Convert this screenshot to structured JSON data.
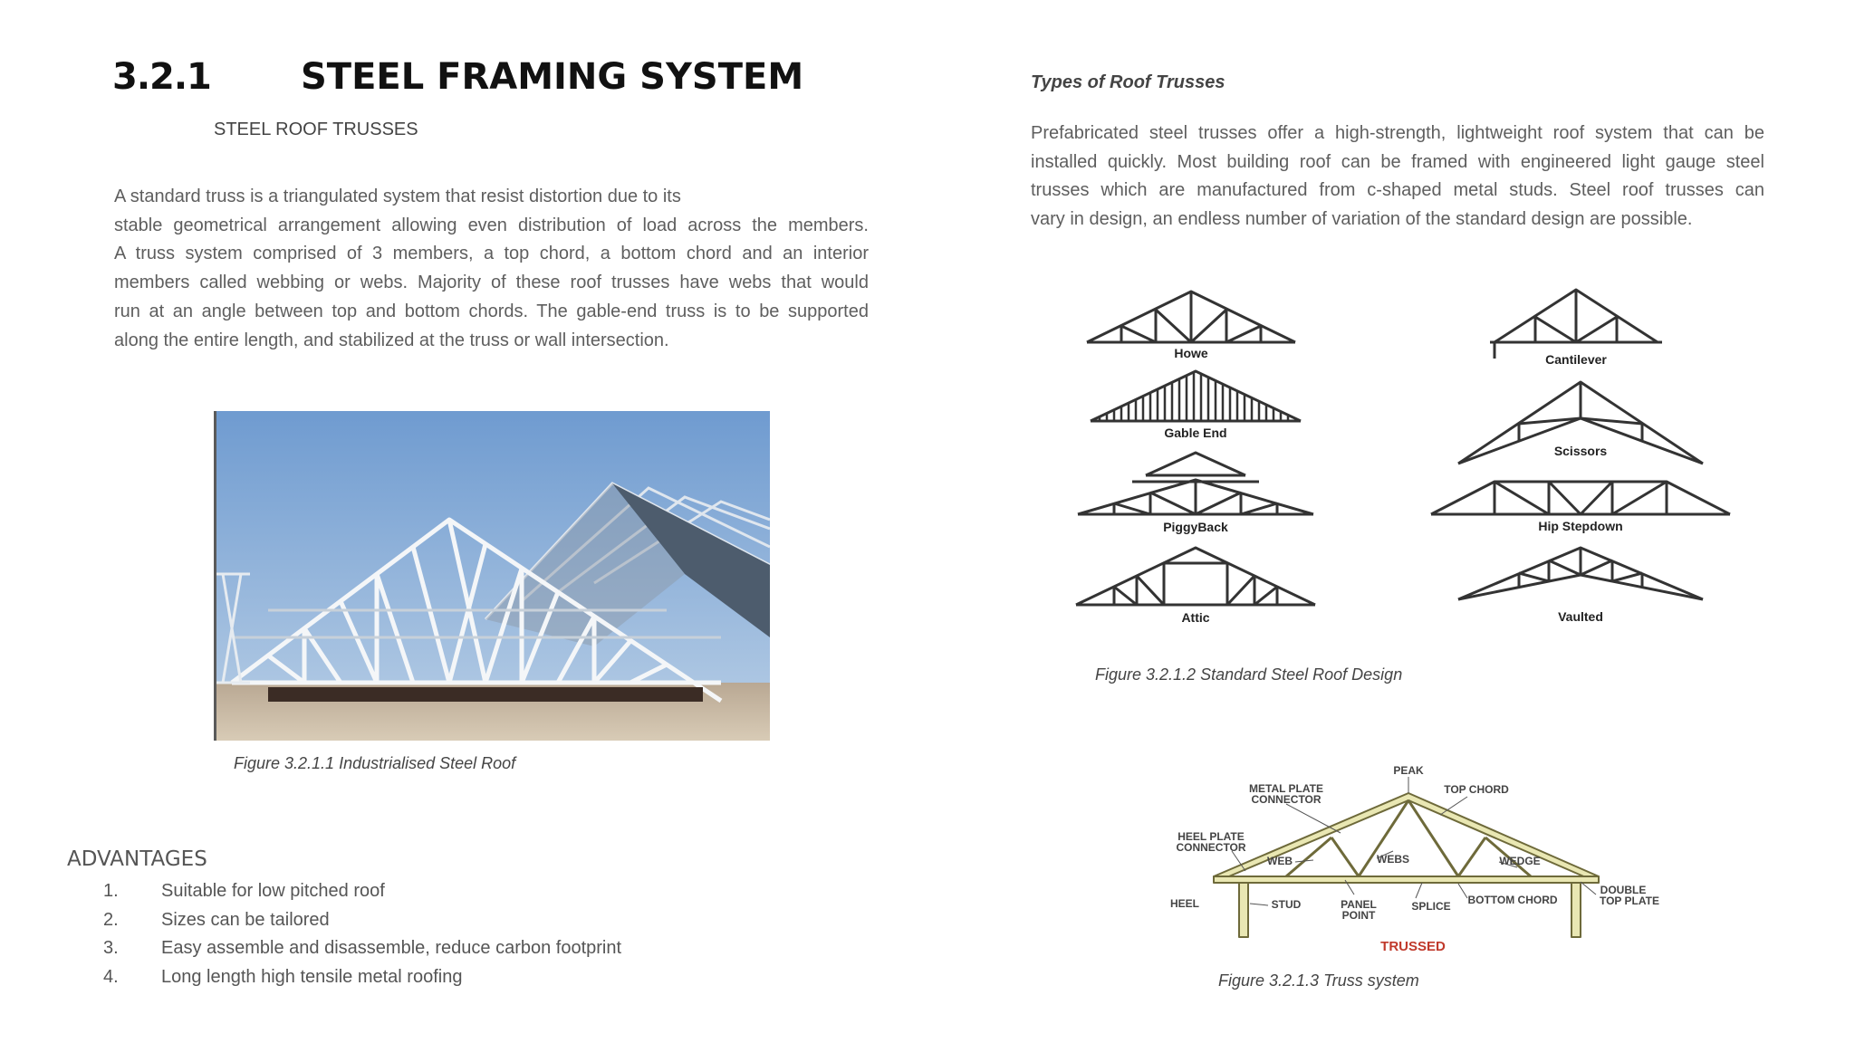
{
  "heading": {
    "number": "3.2.1",
    "title": "STEEL FRAMING SYSTEM"
  },
  "subheading": "STEEL ROOF TRUSSES",
  "intro_lines": [
    "A standard truss is a triangulated system that resist distortion due to its",
    "stable geometrical arrangement allowing even distribution of load across the members.",
    "A truss system comprised of 3 members, a top chord, a bottom chord and an interior",
    "members called webbing or webs. Majority of these roof trusses have webs that would",
    "run at an angle between top and bottom chords. The gable-end truss is to be supported",
    "along the entire length, and stabilized at the truss or wall intersection."
  ],
  "figure1_caption": "Figure 3.2.1.1  Industrialised Steel Roof",
  "advantages": {
    "title": "ADVANTAGES",
    "items": [
      {
        "num": "1.",
        "text": "Suitable for low pitched roof"
      },
      {
        "num": "2.",
        "text": "Sizes can be tailored"
      },
      {
        "num": "3.",
        "text": "Easy assemble and disassemble, reduce carbon footprint"
      },
      {
        "num": "4.",
        "text": "Long length high tensile metal roofing"
      }
    ]
  },
  "types": {
    "title": "Types of Roof Trusses",
    "lines": [
      "Prefabricated steel trusses offer a high-strength, lightweight roof system that can be",
      "installed quickly. Most building roof can be framed with engineered light gauge steel",
      "trusses which are manufactured from c-shaped metal studs. Steel roof trusses can",
      "vary in design, an endless number of variation of the standard design are possible."
    ]
  },
  "truss_types": {
    "left": [
      "Howe",
      "Gable End",
      "PiggyBack",
      "Attic"
    ],
    "right": [
      "Cantilever",
      "Scissors",
      "Hip Stepdown",
      "Vaulted"
    ]
  },
  "figure2_caption": "Figure 3.2.1.2  Standard Steel Roof Design",
  "truss_parts": {
    "peak": "PEAK",
    "metal_plate_1": "METAL PLATE",
    "metal_plate_2": "CONNECTOR",
    "top_chord": "TOP CHORD",
    "heel_plate_1": "HEEL PLATE",
    "heel_plate_2": "CONNECTOR",
    "web_left": "WEB",
    "webs": "WEBS",
    "wedge": "WEDGE",
    "double_1": "DOUBLE",
    "double_2": "TOP PLATE",
    "heel": "HEEL",
    "stud": "STUD",
    "panel_1": "PANEL",
    "panel_2": "POINT",
    "splice": "SPLICE",
    "bottom_chord": "BOTTOM CHORD",
    "trussed": "TRUSSED"
  },
  "figure3_caption": "Figure 3.2.1.3  Truss system",
  "colors": {
    "heading": "#111111",
    "body": "#5e5e5e",
    "trussed_red": "#c0392b",
    "sky": "#7ea6d6"
  }
}
